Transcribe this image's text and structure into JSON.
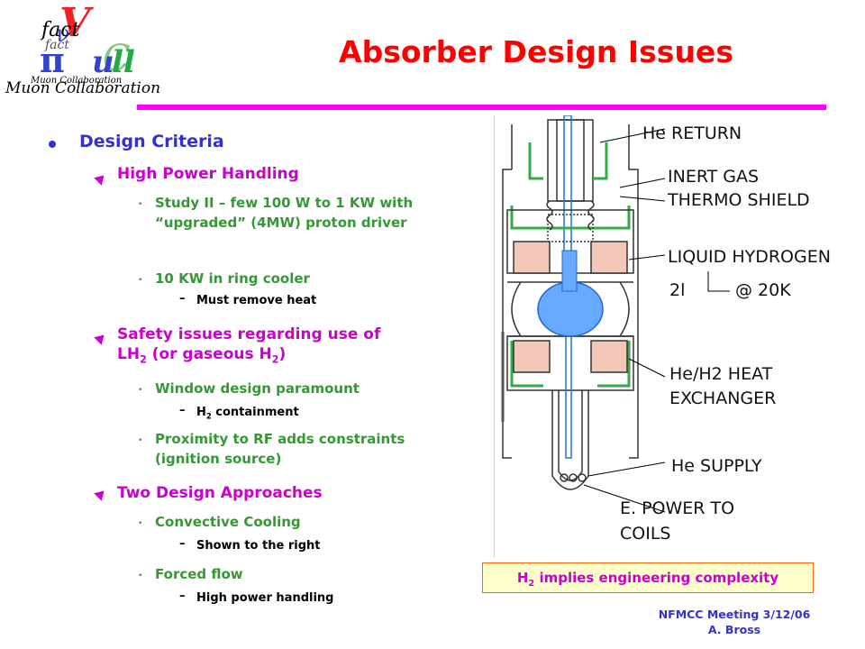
{
  "logo": {
    "text_top": "fact",
    "text_mid": "Muon Collaboration",
    "text_bottom": "Muon Collaboration"
  },
  "title": "Absorber Design Issues",
  "bullets": {
    "l1": "Design Criteria",
    "power": "High Power Handling",
    "study": "Study II – few 100 W to 1 KW with “upgraded” (4MW) proton driver",
    "ring": "10 KW in ring cooler",
    "heat": "Must remove heat",
    "safety_a": "Safety issues regarding use of LH",
    "safety_b": " (or gaseous H",
    "safety_c": ")",
    "window": "Window design paramount",
    "contain_a": "H",
    "contain_b": " containment",
    "rf": "Proximity to RF adds constraints (ignition source)",
    "approaches": "Two Design Approaches",
    "convective": "Convective Cooling",
    "shown": "Shown to the right",
    "forced": "Forced flow",
    "highpower": "High power handling",
    "sub2": "2"
  },
  "diagram_labels": {
    "he_return": "He RETURN",
    "inert": "INERT GAS",
    "thermo": "THERMO SHIELD",
    "lh": "LIQUID HYDROGEN",
    "lh_vol": "2l",
    "lh_temp": "@ 20K",
    "hx1": "He/H2 HEAT",
    "hx2": "EXCHANGER",
    "he_supply": "He SUPPLY",
    "epower1": "E. POWER TO",
    "epower2": "COILS"
  },
  "callout": {
    "a": "H",
    "sub": "2",
    "b": " implies engineering complexity"
  },
  "footer": {
    "line1": "NFMCC Meeting 3/12/06",
    "line2": "A. Bross"
  },
  "colors": {
    "title": "#ff0000",
    "rule": "#ff00ff",
    "level1": "#3333cc",
    "level2": "#cc00cc",
    "level3": "#339933",
    "callout_bg": "#ffffcc"
  }
}
